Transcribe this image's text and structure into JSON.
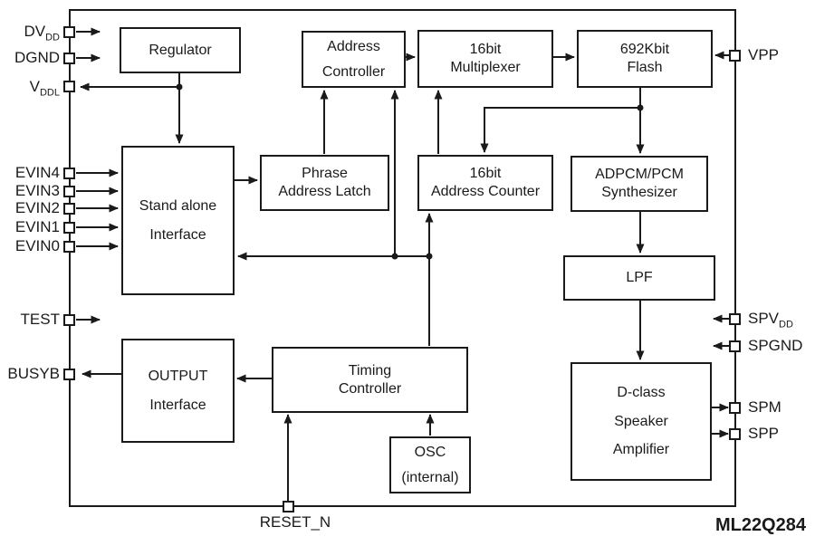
{
  "part_number": "ML22Q284",
  "colors": {
    "line": "#1a1a1a",
    "background": "#ffffff"
  },
  "blocks": {
    "regulator": {
      "lines": [
        "Regulator"
      ]
    },
    "address_controller": {
      "lines": [
        "Address",
        "Controller"
      ]
    },
    "multiplexer": {
      "lines": [
        "16bit",
        "Multiplexer"
      ]
    },
    "flash": {
      "lines": [
        "692Kbit",
        "Flash"
      ]
    },
    "standalone": {
      "lines": [
        "Stand alone",
        "Interface"
      ]
    },
    "phrase_latch": {
      "lines": [
        "Phrase",
        "Address Latch"
      ]
    },
    "address_counter": {
      "lines": [
        "16bit",
        "Address Counter"
      ]
    },
    "synthesizer": {
      "lines": [
        "ADPCM/PCM",
        "Synthesizer"
      ]
    },
    "lpf": {
      "lines": [
        "LPF"
      ]
    },
    "output_interface": {
      "lines": [
        "OUTPUT",
        "Interface"
      ]
    },
    "timing_controller": {
      "lines": [
        "Timing",
        "Controller"
      ]
    },
    "osc": {
      "lines": [
        "OSC",
        "(internal)"
      ]
    },
    "dclass_amp": {
      "lines": [
        "D-class",
        "Speaker",
        "Amplifier"
      ]
    }
  },
  "pins": {
    "dvdd": {
      "base": "DV",
      "sub": "DD"
    },
    "dgnd": {
      "base": "DGND",
      "sub": ""
    },
    "vddl": {
      "base": "V",
      "sub": "DDL"
    },
    "evin4": {
      "base": "EVIN4",
      "sub": ""
    },
    "evin3": {
      "base": "EVIN3",
      "sub": ""
    },
    "evin2": {
      "base": "EVIN2",
      "sub": ""
    },
    "evin1": {
      "base": "EVIN1",
      "sub": ""
    },
    "evin0": {
      "base": "EVIN0",
      "sub": ""
    },
    "test": {
      "base": "TEST",
      "sub": ""
    },
    "busyb": {
      "base": "BUSYB",
      "sub": ""
    },
    "vpp": {
      "base": "VPP",
      "sub": ""
    },
    "spvdd": {
      "base": "SPV",
      "sub": "DD"
    },
    "spgnd": {
      "base": "SPGND",
      "sub": ""
    },
    "spm": {
      "base": "SPM",
      "sub": ""
    },
    "spp": {
      "base": "SPP",
      "sub": ""
    },
    "reset": {
      "base": "RESET_N",
      "sub": ""
    }
  }
}
